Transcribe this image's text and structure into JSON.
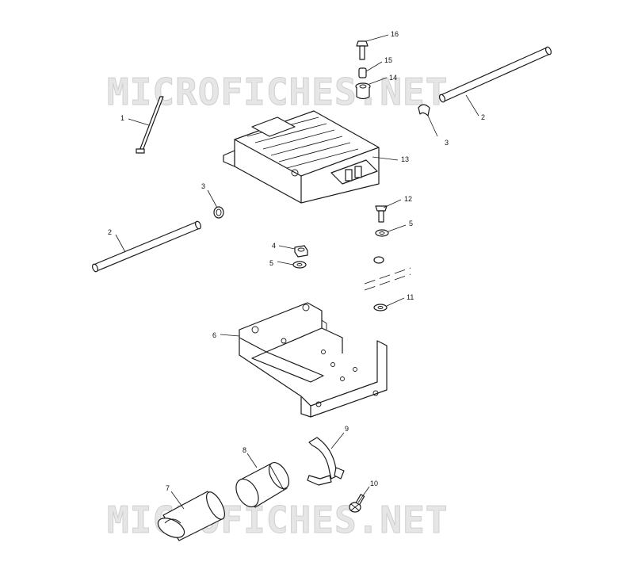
{
  "watermark": {
    "text": "MICROFICHES.NET",
    "color": "#d8d8d8"
  },
  "callouts": [
    {
      "id": "c16a",
      "label": "16"
    },
    {
      "id": "c15a",
      "label": "15"
    },
    {
      "id": "c14a",
      "label": "14"
    },
    {
      "id": "c2a",
      "label": "2"
    },
    {
      "id": "c3a",
      "label": "3"
    },
    {
      "id": "c1a",
      "label": "1"
    },
    {
      "id": "c13a",
      "label": "13"
    },
    {
      "id": "c3b",
      "label": "3"
    },
    {
      "id": "c12a",
      "label": "12"
    },
    {
      "id": "c5a",
      "label": "5"
    },
    {
      "id": "c2b",
      "label": "2"
    },
    {
      "id": "c4a",
      "label": "4"
    },
    {
      "id": "c5b",
      "label": "5"
    },
    {
      "id": "c11a",
      "label": "11"
    },
    {
      "id": "c6a",
      "label": "6"
    },
    {
      "id": "c9a",
      "label": "9"
    },
    {
      "id": "c8a",
      "label": "8"
    },
    {
      "id": "c7a",
      "label": "7"
    },
    {
      "id": "c10a",
      "label": "10"
    }
  ]
}
